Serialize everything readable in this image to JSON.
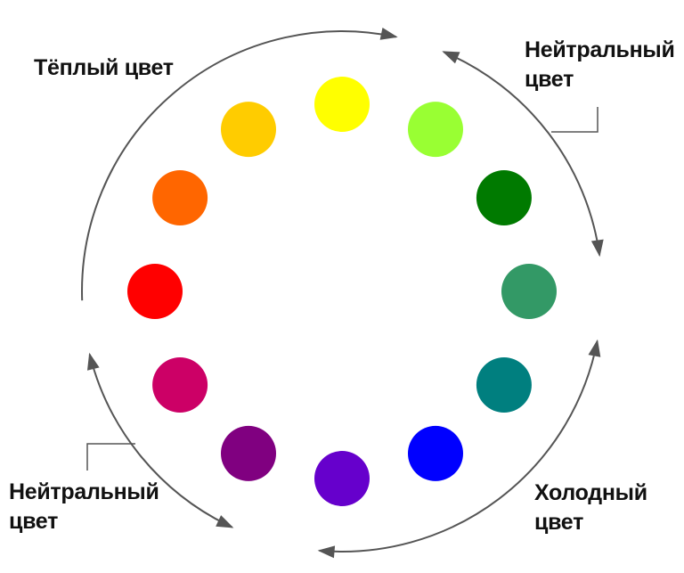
{
  "labels": {
    "warm": "Тёплый цвет",
    "neutral_top": [
      "Нейтральный",
      "цвет"
    ],
    "cold": [
      "Холодный",
      "цвет"
    ],
    "neutral_bottom": [
      "Нейтральный",
      "цвет"
    ]
  },
  "colors": [
    {
      "name": "yellow",
      "hex": "#FFFF00"
    },
    {
      "name": "yellow-green",
      "hex": "#99FF33"
    },
    {
      "name": "green",
      "hex": "#007A00"
    },
    {
      "name": "sea-green",
      "hex": "#339966"
    },
    {
      "name": "teal",
      "hex": "#007F7F"
    },
    {
      "name": "blue",
      "hex": "#0000FF"
    },
    {
      "name": "violet",
      "hex": "#6600CC"
    },
    {
      "name": "purple",
      "hex": "#800080"
    },
    {
      "name": "magenta",
      "hex": "#CC0066"
    },
    {
      "name": "red",
      "hex": "#FF0000"
    },
    {
      "name": "orange",
      "hex": "#FF6600"
    },
    {
      "name": "gold",
      "hex": "#FFCC00"
    }
  ],
  "arc_color": "#555555"
}
